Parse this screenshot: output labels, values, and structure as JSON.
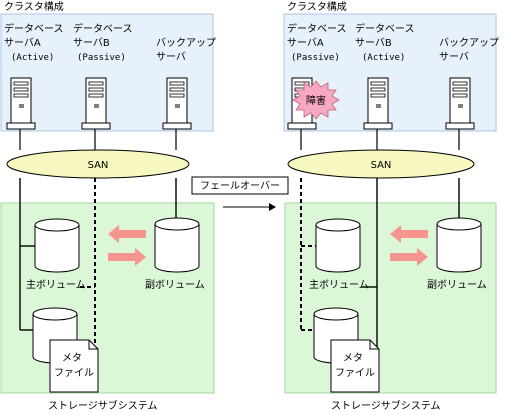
{
  "left": {
    "cluster_label": "クラスタ構成",
    "server_a": {
      "line1": "データベース",
      "line2": "サーバA",
      "status": "(Active)"
    },
    "server_b": {
      "line1": "データベース",
      "line2": "サーバB",
      "status": "(Passive)"
    },
    "backup": {
      "line1": "バックアップ",
      "line2": "サーバ"
    },
    "san": "SAN",
    "primary_volume": "主ボリューム",
    "secondary_volume": "副ボリューム",
    "meta_file": {
      "line1": "メタ",
      "line2": "ファイル"
    },
    "storage_label": "ストレージサブシステム"
  },
  "right": {
    "cluster_label": "クラスタ構成",
    "server_a": {
      "line1": "データベース",
      "line2": "サーバA",
      "status": "(Passive)"
    },
    "server_b": {
      "line1": "データベース",
      "line2": "サーバB",
      "status": "(Active)"
    },
    "backup": {
      "line1": "バックアップ",
      "line2": "サーバ"
    },
    "failure_badge": "障害",
    "san": "SAN",
    "primary_volume": "主ボリューム",
    "secondary_volume": "副ボリューム",
    "meta_file": {
      "line1": "メタ",
      "line2": "ファイル"
    },
    "storage_label": "ストレージサブシステム"
  },
  "failover_label": "フェールオーバー",
  "colors": {
    "cluster_bg": "#e6f1fc",
    "cluster_border": "#a9c7e6",
    "storage_bg": "#dcf6d8",
    "storage_border": "#a2d79e",
    "san_fill": "#f7f7c0",
    "arrow": "#f5958e",
    "burst": "#f7a9c1"
  }
}
